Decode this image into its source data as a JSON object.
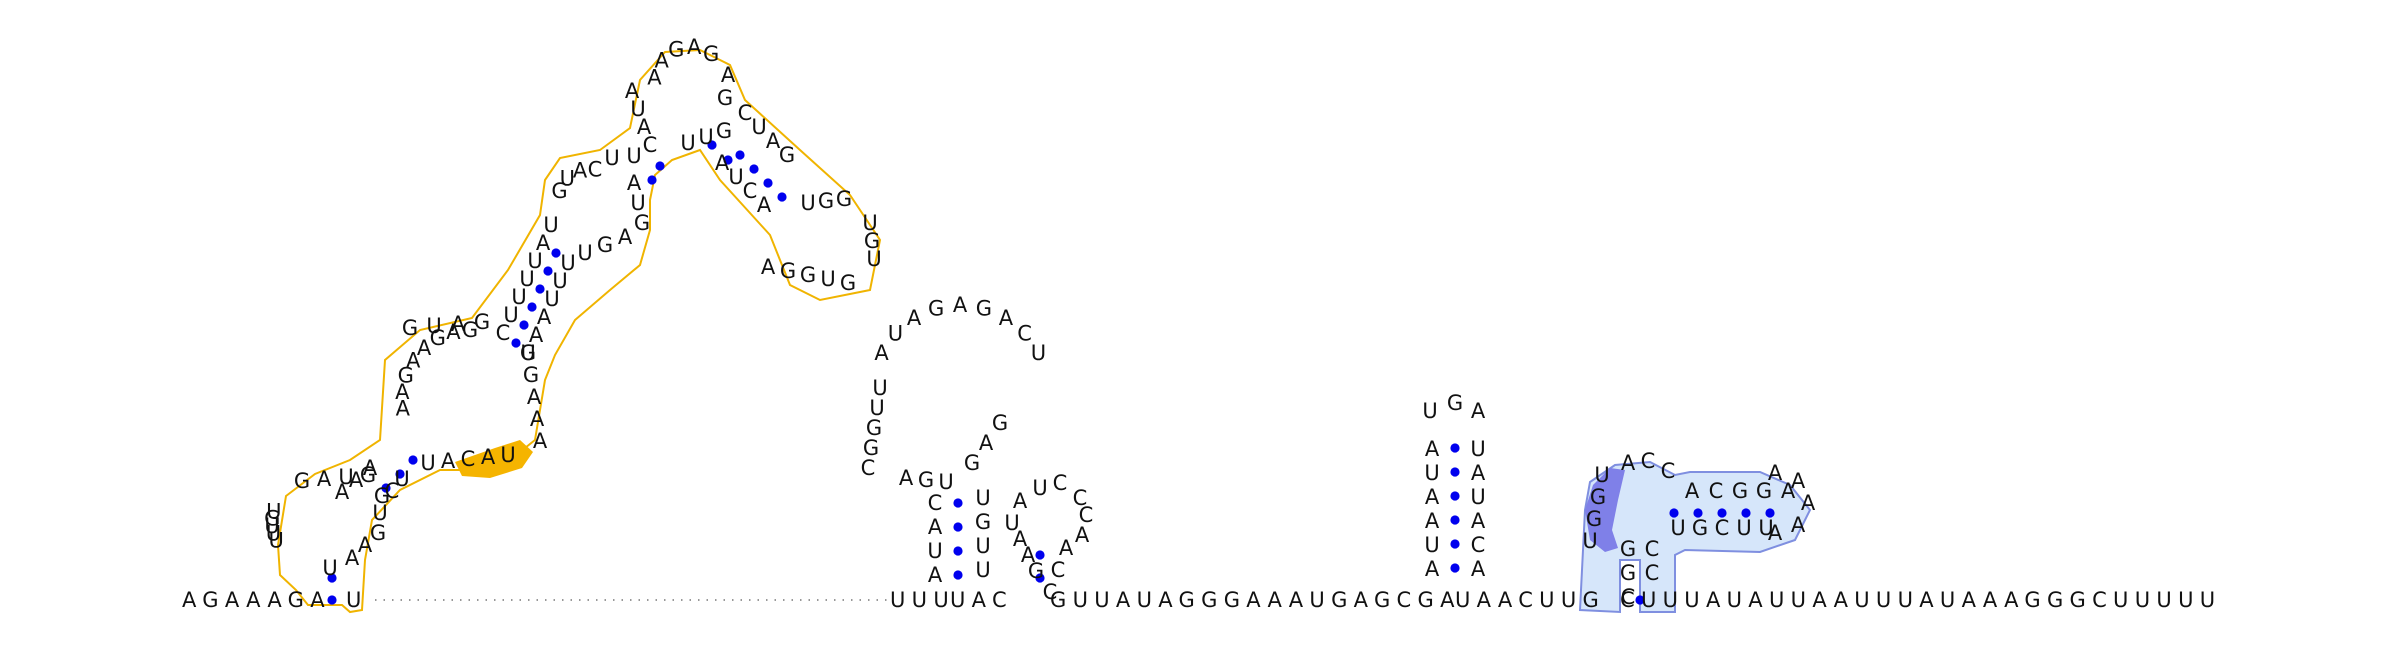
{
  "colors": {
    "yellow_outline": "#f0b400",
    "yellow_fill": "#ffffff",
    "orange_highlight": "#f5b400",
    "blue_outline": "#7f8fe0",
    "blue_fill": "#d6e6fa",
    "purple_highlight": "#7f80e8",
    "pair_dot": "#0000ee",
    "nucleotide": "#111111"
  },
  "sequence": {
    "strand_5prime_left": "AGAAAGA",
    "strand_hairpin_left_base": "U",
    "strand_middle_a": "UUU",
    "strand_middle_b": "UAC",
    "strand_long": "GUUAUAGGGAAAUGAGCGA",
    "strand_after_small_hairpin": "UAACUUG",
    "strand_3prime_tail": "CUUUAUAUUAAUUUAUAAAGGGCUUUUU"
  },
  "hairpins": {
    "small_hairpin_stem_5prime": "AUAAUA",
    "small_hairpin_loop": "UGA",
    "small_hairpin_stem_3prime": "ACAUAU"
  }
}
